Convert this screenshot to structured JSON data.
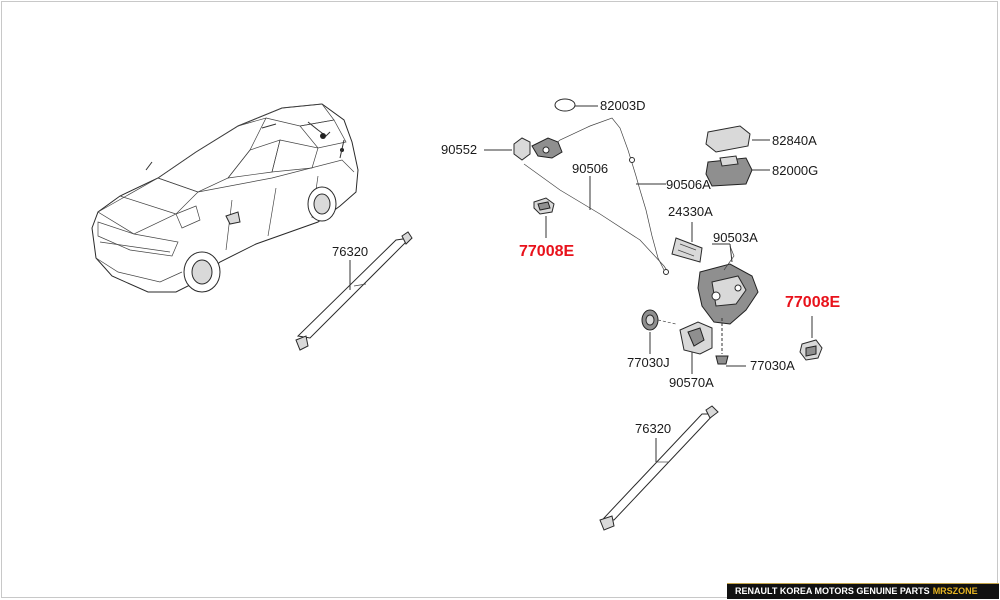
{
  "labels": {
    "l82003D": "82003D",
    "l90552": "90552",
    "l90506": "90506",
    "l90506A": "90506A",
    "l82840A": "82840A",
    "l82000G": "82000G",
    "l24330A": "24330A",
    "l90503A": "90503A",
    "l77008E_left": "77008E",
    "l77008E_right": "77008E",
    "l76320_top": "76320",
    "l76320_bottom": "76320",
    "l77030J": "77030J",
    "l90570A": "90570A",
    "l77030A": "77030A"
  },
  "highlight_color": "#e8121b",
  "footer": {
    "brand": "RENAULT KOREA MOTORS GENUINE PARTS",
    "site": "MRSZONE"
  }
}
